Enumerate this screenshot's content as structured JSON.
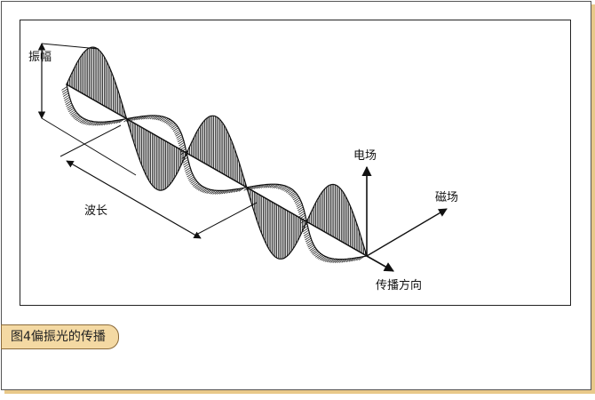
{
  "figure": {
    "labels": {
      "amplitude": "振幅",
      "wavelength": "波长",
      "electric_field": "电场",
      "magnetic_field": "磁场",
      "propagation": "传播方向"
    }
  },
  "caption": {
    "text": "图4偏振光的传播"
  },
  "colors": {
    "caption_bg": "#f4d9a3",
    "shadow": "#e9c98a",
    "line": "#111111"
  }
}
